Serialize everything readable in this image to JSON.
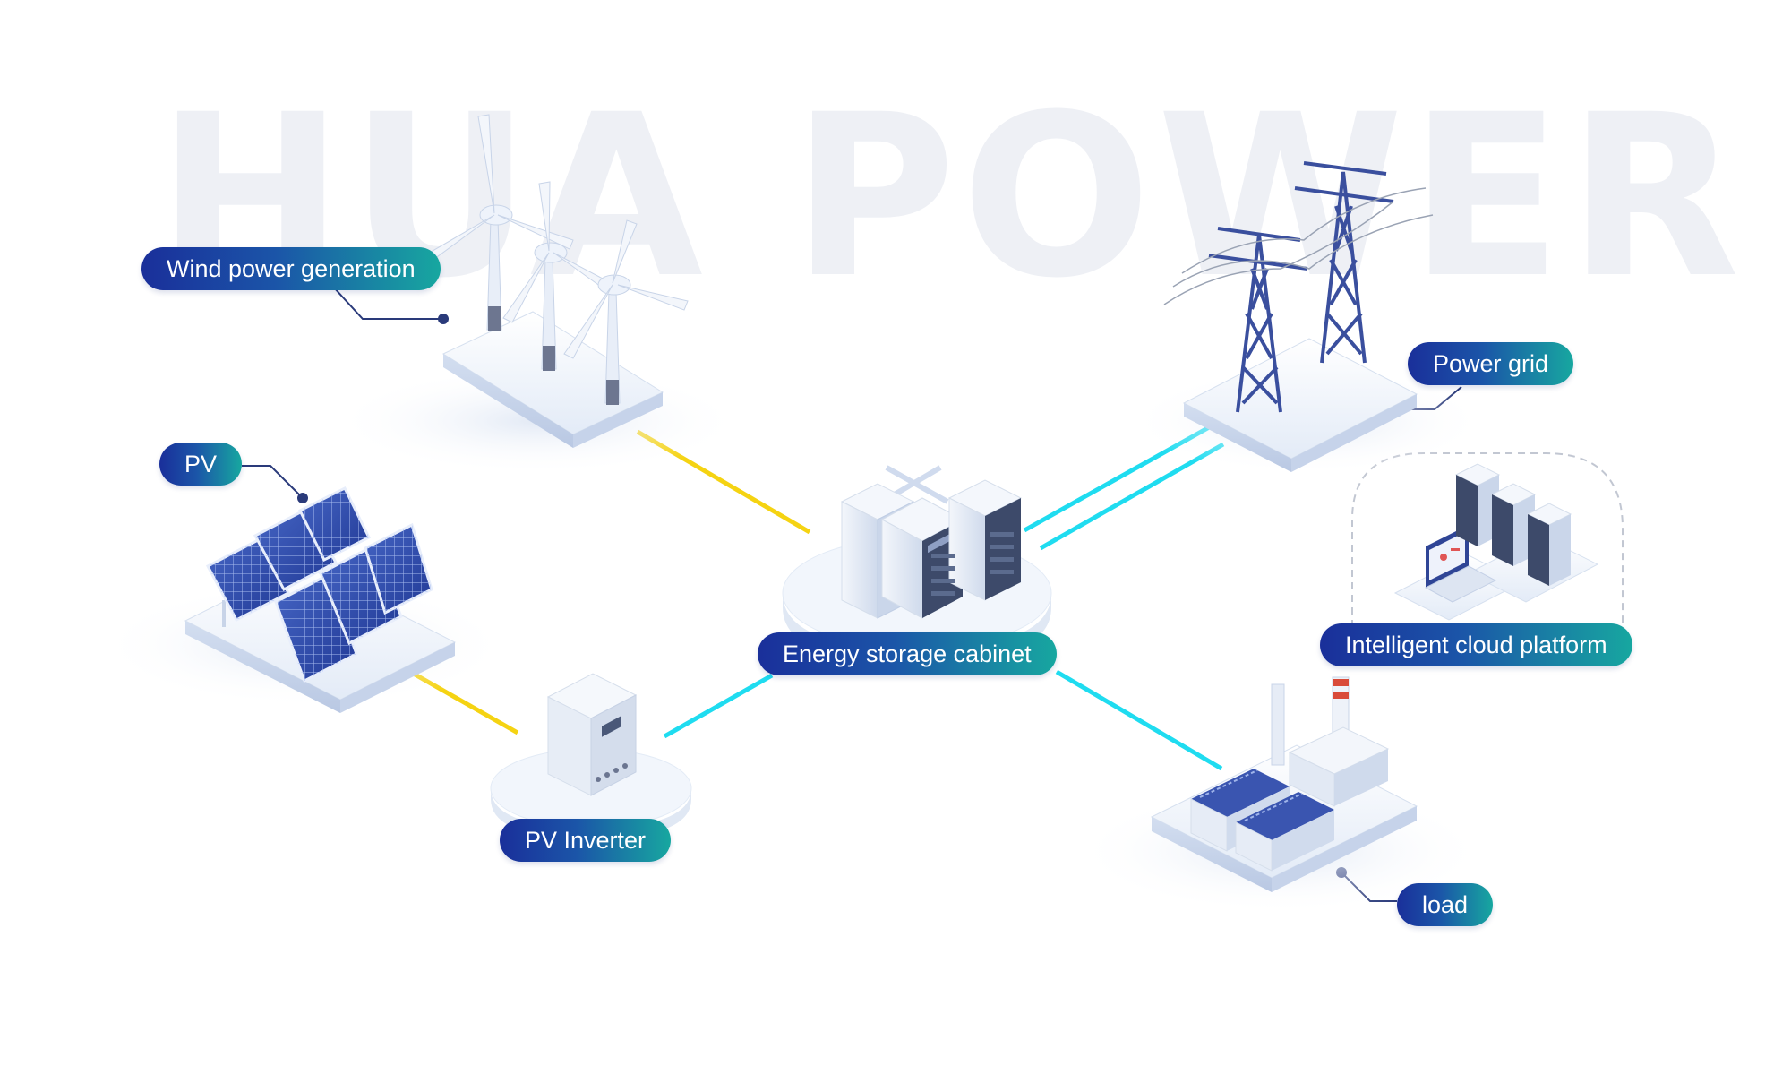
{
  "watermark": "HUA POWER",
  "labels": {
    "wind": "Wind power generation",
    "pv": "PV",
    "storage": "Energy storage cabinet",
    "inverter": "PV Inverter",
    "grid": "Power grid",
    "cloud": "Intelligent cloud platform",
    "load": "load"
  },
  "colors": {
    "pill_start": "#1a2f9a",
    "pill_end": "#17a7a0",
    "line_solar": "#f5d312",
    "line_grid": "#1fdcf0",
    "panel_blue": "#3048a8",
    "tower_blue": "#3a4f9e",
    "watermark": "#eef0f5"
  },
  "icons": [
    "wind-turbine-icon",
    "solar-panel-icon",
    "inverter-icon",
    "server-rack-icon",
    "transmission-tower-icon",
    "laptop-icon",
    "factory-icon"
  ]
}
